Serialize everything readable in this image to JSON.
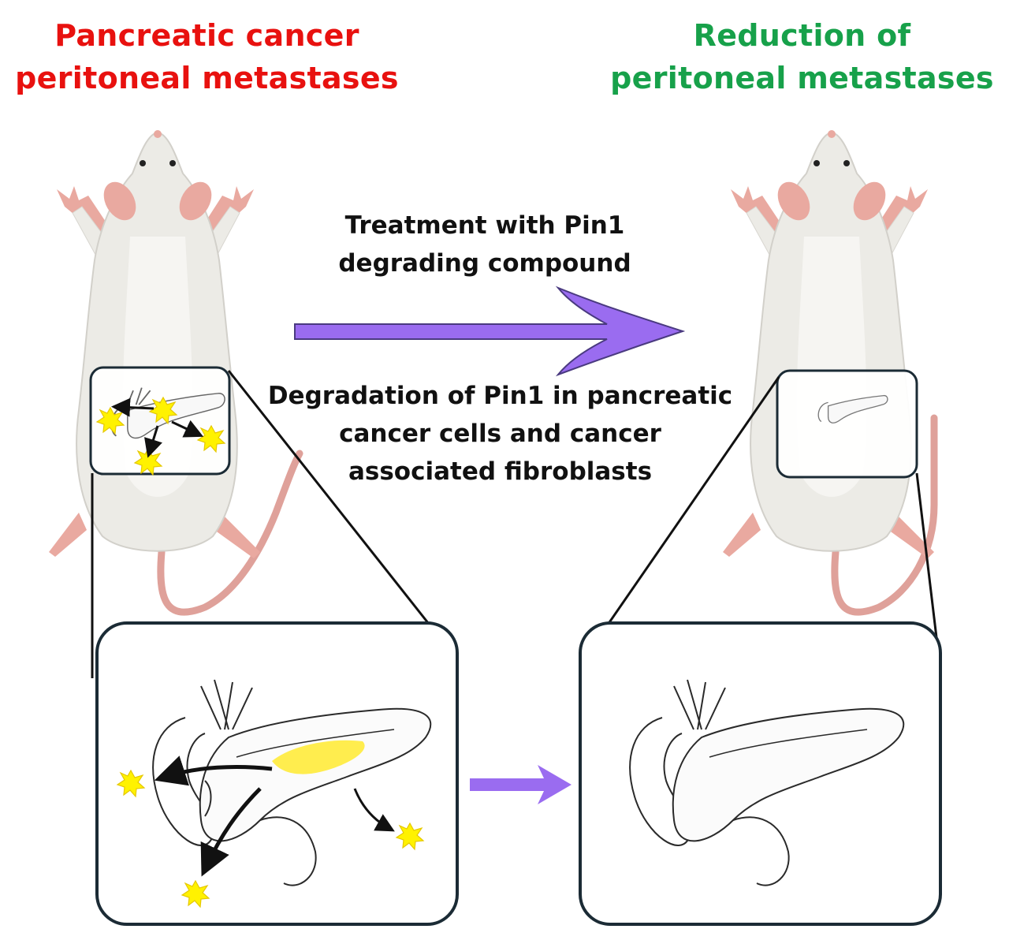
{
  "left_panel": {
    "title_line1": "Pancreatic cancer",
    "title_line2": "peritoneal metastases",
    "title_color": "#e8110f"
  },
  "right_panel": {
    "title_line1": "Reduction of",
    "title_line2": "peritoneal metastases",
    "title_color": "#17a14a"
  },
  "treatment": {
    "line1": "Treatment with Pin1",
    "line2": "degrading compound"
  },
  "effect": {
    "line1": "Degradation of Pin1 in pancreatic",
    "line2": "cancer cells and cancer",
    "line3": "associated fibroblasts"
  },
  "colors": {
    "arrow": "#9a6cf0",
    "tumor": "#fff200",
    "mouse_body": "#ecebe6",
    "mouse_skin": "#e9a9a0"
  },
  "icons": [
    "mouse-icon",
    "pancreas-icon",
    "tumor-icon",
    "arrow-right-icon"
  ]
}
